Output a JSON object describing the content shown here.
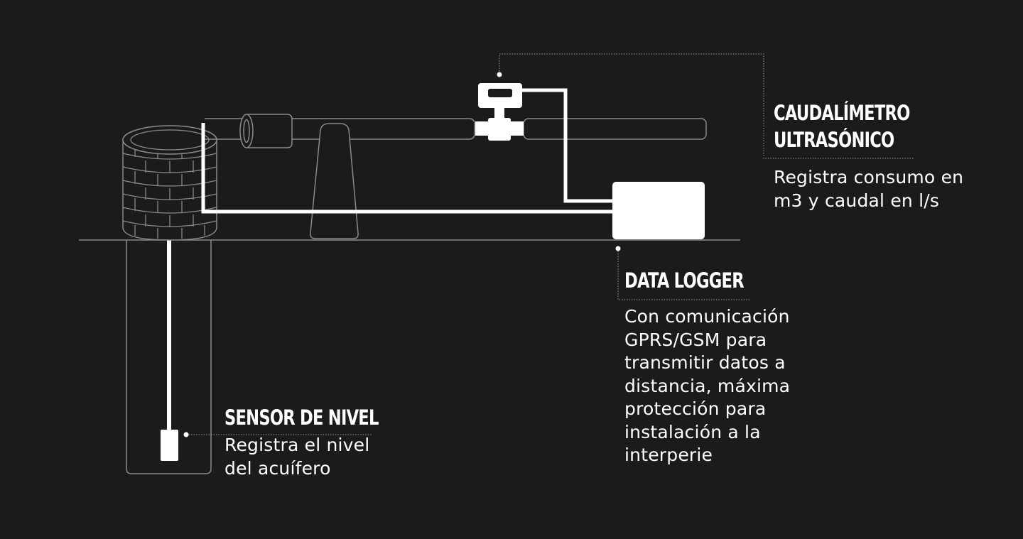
{
  "colors": {
    "background": "#1c1b1b",
    "foreground": "#ffffff",
    "outline": "#8a8a8a",
    "leader": "#9a9a9a"
  },
  "labels": {
    "caudalimetro": {
      "title_line1": "CAUDALÍMETRO",
      "title_line2": "ULTRASÓNICO",
      "description": "Registra consumo en\nm3  y caudal en l/s"
    },
    "data_logger": {
      "title": "DATA LOGGER",
      "description": "Con comunicación\nGPRS/GSM para\ntransmitir datos a\ndistancia, máxima\nprotección para\ninstalación a la\ninterperie"
    },
    "sensor_nivel": {
      "title": "SENSOR DE NIVEL",
      "description": "Registra el nivel\ndel acuífero"
    }
  }
}
